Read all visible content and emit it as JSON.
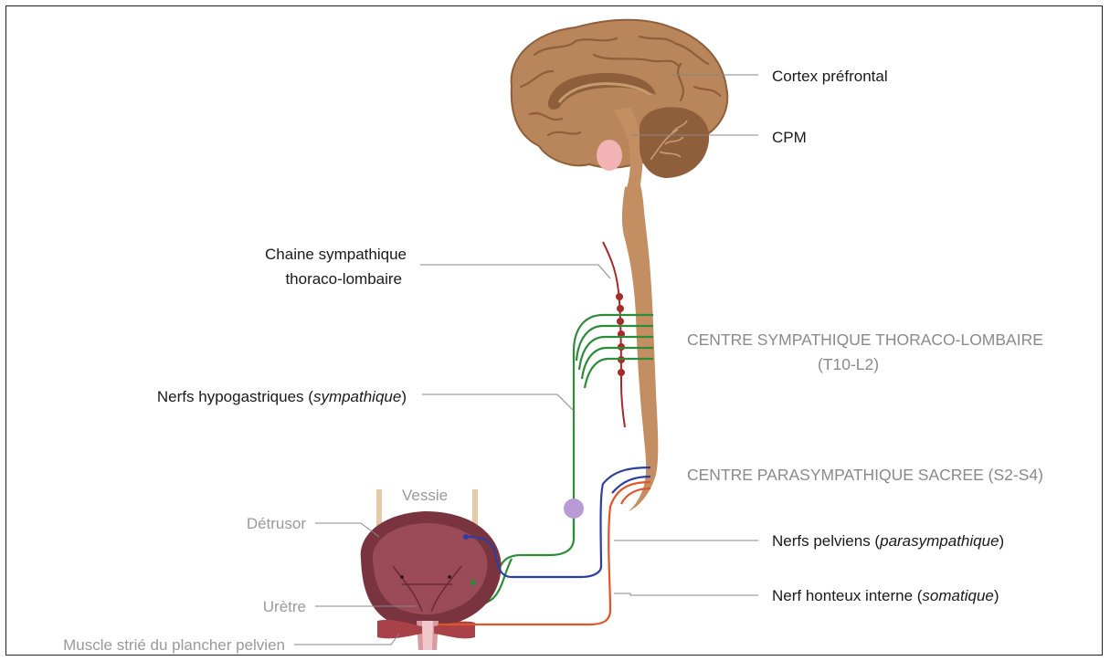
{
  "labels": {
    "cortex": "Cortex préfrontal",
    "cpm": "CPM",
    "chaine_line1": "Chaine sympathique",
    "chaine_line2": "thoraco-lombaire",
    "centre_sympathique_line1": "CENTRE SYMPATHIQUE THORACO-LOMBAIRE",
    "centre_sympathique_line2": "(T10-L2)",
    "nerfs_hypo_text": "Nerfs hypogastriques (",
    "nerfs_hypo_italic": "sympathique",
    "nerfs_hypo_close": ")",
    "centre_parasympathique": "CENTRE PARASYMPATHIQUE SACREE (S2-S4)",
    "vessie": "Vessie",
    "detrusor": "Détrusor",
    "nerfs_pelviens_text": "Nerfs pelviens (",
    "nerfs_pelviens_italic": "parasympathique",
    "nerfs_pelviens_close": ")",
    "nerf_honteux_text": "Nerf honteux interne (",
    "nerf_honteux_italic": "somatique",
    "nerf_honteux_close": ")",
    "uretre": "Urètre",
    "muscle": "Muscle strié du plancher pelvien"
  },
  "colors": {
    "brain": "#b9855a",
    "brain_dark": "#8e5f3a",
    "spinal_cord": "#c28e62",
    "cpm": "#f1b3b3",
    "sympathetic_chain": "#a52a2a",
    "hypogastric": "#2e8b3a",
    "pelvic": "#2b3f9e",
    "pudendal": "#e0562a",
    "ganglion": "#b89ad6",
    "bladder": "#7a3440",
    "leader": "#888888"
  }
}
